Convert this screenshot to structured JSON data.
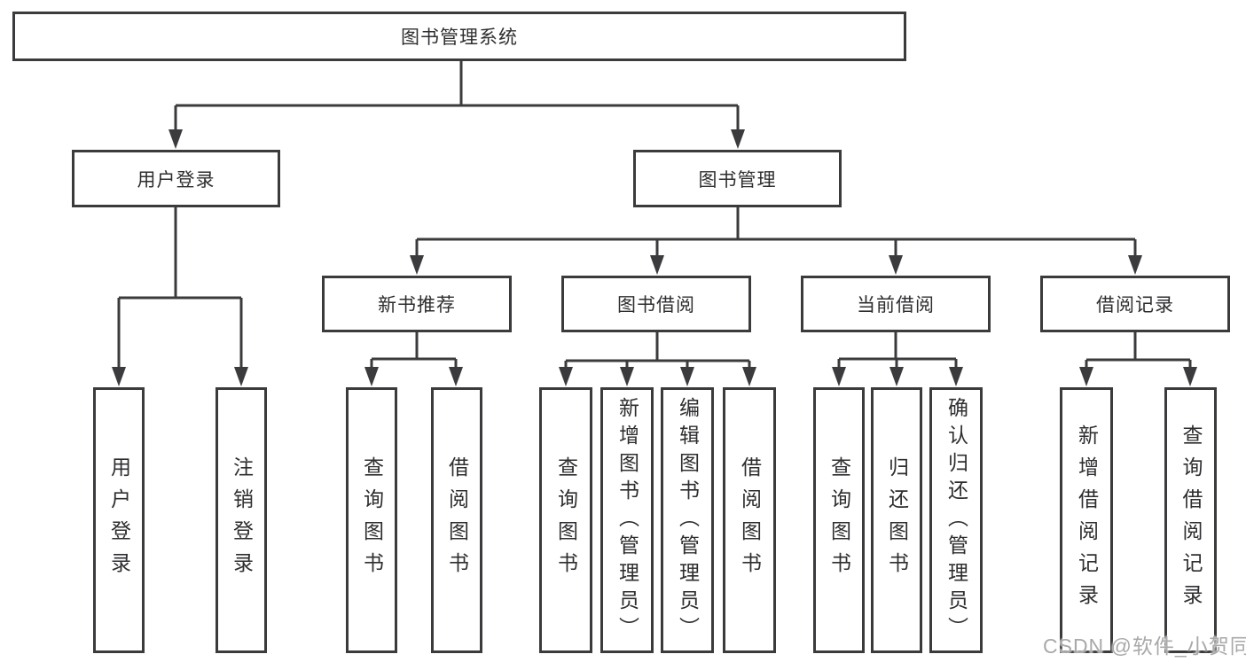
{
  "style": {
    "line_color": "#3b3b3d",
    "text_color": "#2e2e30",
    "watermark_color": "#a9a9a9",
    "bg_color": "#ffffff"
  },
  "watermark": {
    "text": "CSDN @软件_小贺同学"
  },
  "diagram": {
    "type": "hierarchy-tree",
    "root": {
      "label": "图书管理系统",
      "children": [
        {
          "label": "用户登录",
          "children": [
            {
              "label": "用户登录"
            },
            {
              "label": "注销登录"
            }
          ]
        },
        {
          "label": "图书管理",
          "children": [
            {
              "label": "新书推荐",
              "children": [
                {
                  "label": "查询图书"
                },
                {
                  "label": "借阅图书"
                }
              ]
            },
            {
              "label": "图书借阅",
              "children": [
                {
                  "label": "查询图书"
                },
                {
                  "label": "新增图书（管理员）"
                },
                {
                  "label": "编辑图书（管理员）"
                },
                {
                  "label": "借阅图书"
                }
              ]
            },
            {
              "label": "当前借阅",
              "children": [
                {
                  "label": "查询图书"
                },
                {
                  "label": "归还图书"
                },
                {
                  "label": "确认归还（管理员）"
                }
              ]
            },
            {
              "label": "借阅记录",
              "children": [
                {
                  "label": "新增借阅记录"
                },
                {
                  "label": "查询借阅记录"
                }
              ]
            }
          ]
        }
      ]
    }
  }
}
